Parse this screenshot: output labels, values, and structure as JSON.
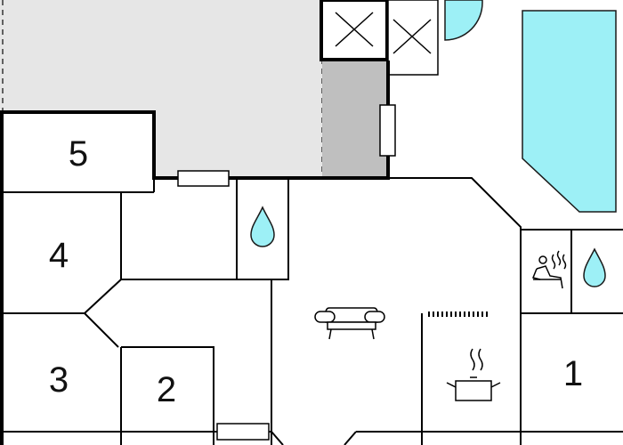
{
  "plan": {
    "title": "",
    "colors": {
      "wall": "#000000",
      "terrace": "#e6e6e6",
      "storage": "#bfbfbf",
      "water": "#9df0f6",
      "water_stroke": "#1a1a1a",
      "background": "#ffffff"
    },
    "rooms": [
      {
        "label": "5",
        "kind": "bedroom"
      },
      {
        "label": "4",
        "kind": "bedroom"
      },
      {
        "label": "3",
        "kind": "bedroom"
      },
      {
        "label": "2",
        "kind": "bedroom"
      },
      {
        "label": "1",
        "kind": "bedroom"
      }
    ],
    "icons": [
      "pool",
      "shower-drop-icon",
      "sauna-icon",
      "sofa-icon",
      "cooking-pot-icon",
      "stove-counter-icon",
      "window-icon",
      "skylight-x-icon"
    ]
  }
}
